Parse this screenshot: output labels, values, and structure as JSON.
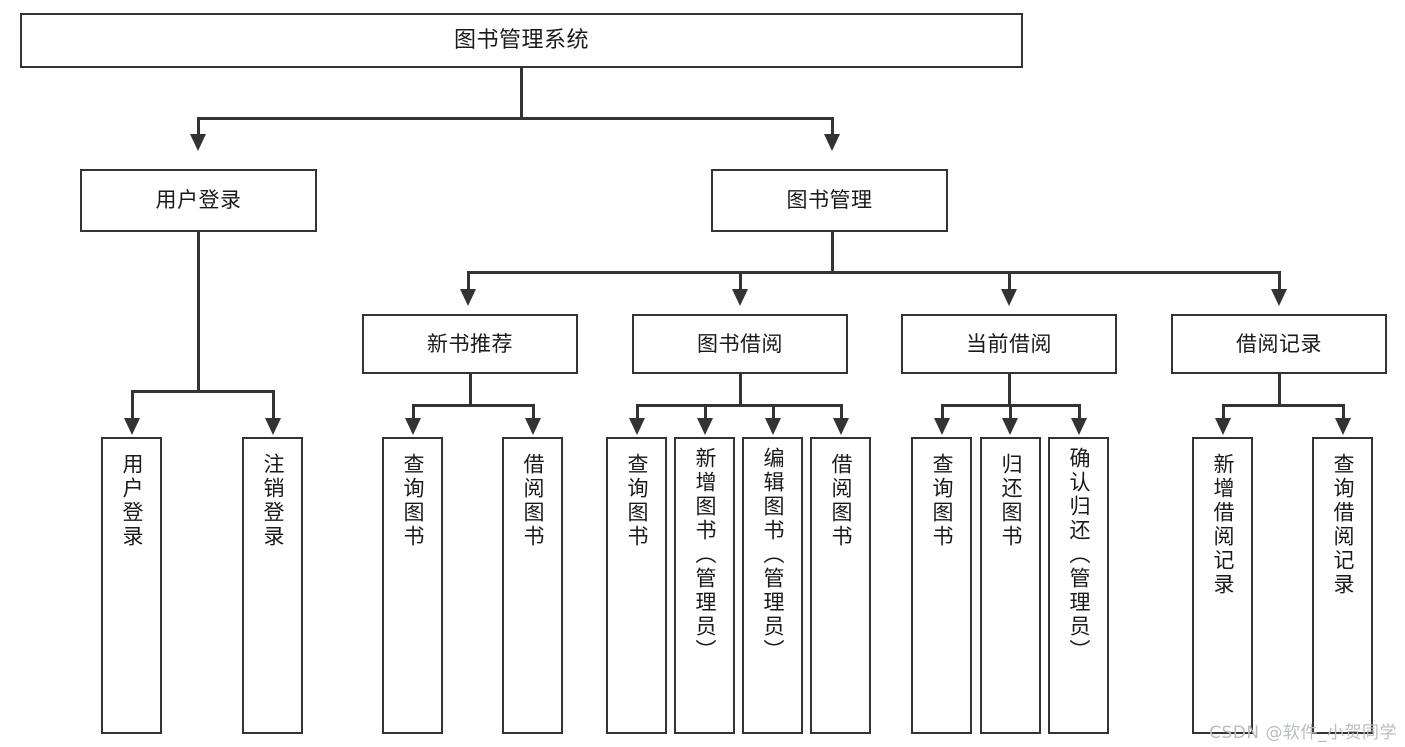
{
  "diagram": {
    "title": "图书管理系统",
    "type": "hierarchy-tree",
    "watermark": "CSDN @软件_小贺同学",
    "colors": {
      "stroke": "#333333",
      "fill": "#ffffff",
      "text": "#1a1a1a",
      "watermark": "#b9bcc0"
    },
    "root": {
      "label": "图书管理系统"
    },
    "level1": [
      {
        "label": "用户登录"
      },
      {
        "label": "图书管理"
      }
    ],
    "level2": [
      {
        "label": "新书推荐"
      },
      {
        "label": "图书借阅"
      },
      {
        "label": "当前借阅"
      },
      {
        "label": "借阅记录"
      }
    ],
    "leaves": {
      "user_login": [
        {
          "label": "用户登录"
        },
        {
          "label": "注销登录"
        }
      ],
      "new_book": [
        {
          "label": "查询图书"
        },
        {
          "label": "借阅图书"
        }
      ],
      "book_borrow": [
        {
          "label": "查询图书"
        },
        {
          "label": "新增图书（管理员）"
        },
        {
          "label": "编辑图书（管理员）"
        },
        {
          "label": "借阅图书"
        }
      ],
      "current_borrow": [
        {
          "label": "查询图书"
        },
        {
          "label": "归还图书"
        },
        {
          "label": "确认归还（管理员）"
        }
      ],
      "borrow_record": [
        {
          "label": "新增借阅记录"
        },
        {
          "label": "查询借阅记录"
        }
      ]
    }
  }
}
